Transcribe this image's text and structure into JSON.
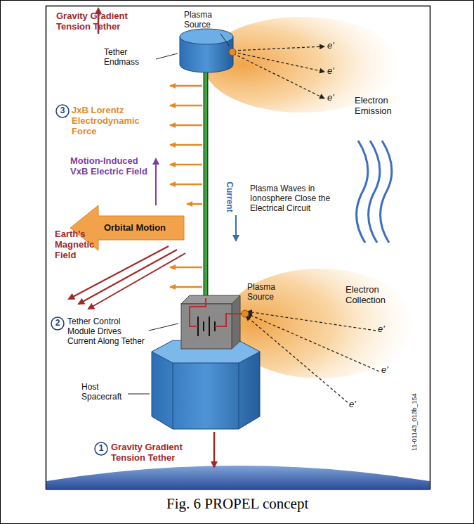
{
  "diagram": {
    "caption": "Fig. 6 PROPEL concept",
    "labels": [
      "Gravity Gradient Tension Tether",
      "Tether Endmass",
      "Plasma Source",
      "e'",
      "e'",
      "e'",
      "Electron Emission",
      "3",
      "JxB Lorentz Electrodynamic Force",
      "Motion-Induced VxB Electric Field",
      "Orbital Motion",
      "Earth's Magnetic Field",
      "Current",
      "Plasma Waves in Ionosphere Close the Electrical Circuit",
      "Plasma Source",
      "Electron Collection",
      "e'",
      "e'",
      "e'",
      "2",
      "Tether Control Module Drives Current Along Tether",
      "Host Spacecraft",
      "1",
      "Gravity Gradient Tension Tether",
      "11-01143_013b_154"
    ]
  }
}
